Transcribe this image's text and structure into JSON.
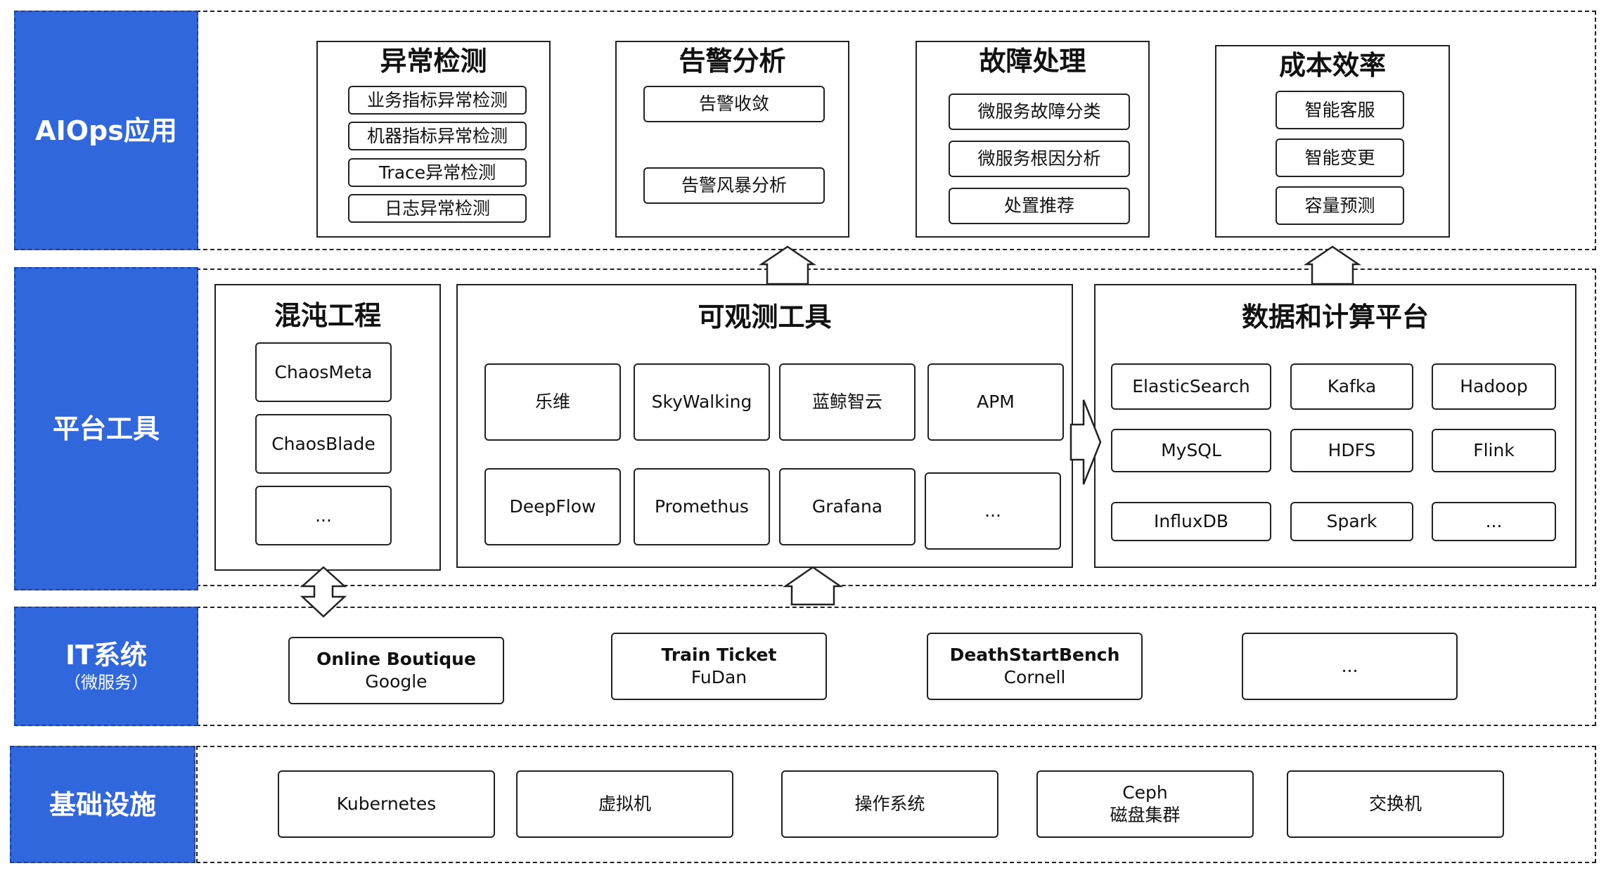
{
  "layers": {
    "aiops": {
      "label": "AIOps应用",
      "groups": {
        "anomaly": {
          "title": "异常检测",
          "items": [
            "业务指标异常检测",
            "机器指标异常检测",
            "Trace异常检测",
            "日志异常检测"
          ]
        },
        "alert": {
          "title": "告警分析",
          "items": [
            "告警收敛",
            "告警风暴分析"
          ]
        },
        "fault": {
          "title": "故障处理",
          "items": [
            "微服务故障分类",
            "微服务根因分析",
            "处置推荐"
          ]
        },
        "cost": {
          "title": "成本效率",
          "items": [
            "智能客服",
            "智能变更",
            "容量预测"
          ]
        }
      }
    },
    "platform": {
      "label": "平台工具",
      "groups": {
        "chaos": {
          "title": "混沌工程",
          "items": [
            "ChaosMeta",
            "ChaosBlade",
            "..."
          ]
        },
        "observability": {
          "title": "可观测工具",
          "items": [
            "乐维",
            "SkyWalking",
            "蓝鲸智云",
            "APM",
            "DeepFlow",
            "Promethus",
            "Grafana",
            "..."
          ]
        },
        "data": {
          "title": "数据和计算平台",
          "items": [
            "ElasticSearch",
            "Kafka",
            "Hadoop",
            "MySQL",
            "HDFS",
            "Flink",
            "InfluxDB",
            "Spark",
            "..."
          ]
        }
      }
    },
    "it": {
      "label": "IT系统",
      "sublabel": "（微服务）",
      "systems": [
        {
          "name": "Online Boutique",
          "org": "Google"
        },
        {
          "name": "Train Ticket",
          "org": "FuDan"
        },
        {
          "name": "DeathStartBench",
          "org": "Cornell"
        },
        {
          "name": "",
          "org": "..."
        }
      ]
    },
    "infra": {
      "label": "基础设施",
      "items": [
        {
          "line1": "Kubernetes",
          "line2": ""
        },
        {
          "line1": "虚拟机",
          "line2": ""
        },
        {
          "line1": "操作系统",
          "line2": ""
        },
        {
          "line1": "Ceph",
          "line2": "磁盘集群"
        },
        {
          "line1": "交换机",
          "line2": ""
        }
      ]
    }
  },
  "colors": {
    "label_bg": "#3167dd",
    "label_text": "#ffffff",
    "border": "#222222"
  }
}
